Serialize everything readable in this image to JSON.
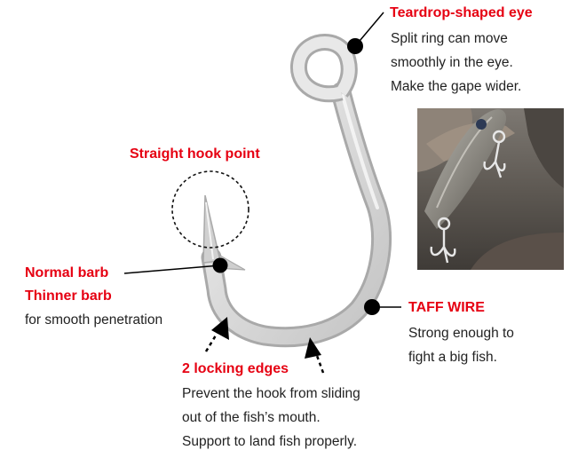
{
  "colors": {
    "accent": "#e60012",
    "text": "#222222",
    "hook_fill": "#e2e2e2",
    "hook_edge": "#a9a9a9",
    "pointer": "#000000"
  },
  "callouts": {
    "eye": {
      "title": "Teardrop-shaped eye",
      "lines": [
        "Split ring can move",
        "smoothly in the eye.",
        "Make the gape wider."
      ]
    },
    "point": {
      "title": "Straight hook point"
    },
    "barb": {
      "title": "Normal barb",
      "title2": "Thinner barb",
      "lines": [
        "for smooth penetration"
      ]
    },
    "wire": {
      "title": "TAFF WIRE",
      "lines": [
        "Strong enough to",
        "fight a big fish."
      ]
    },
    "edges": {
      "title": "2 locking edges",
      "lines": [
        "Prevent the hook from sliding",
        "out of the fish’s mouth.",
        "Support to land fish properly."
      ]
    }
  }
}
